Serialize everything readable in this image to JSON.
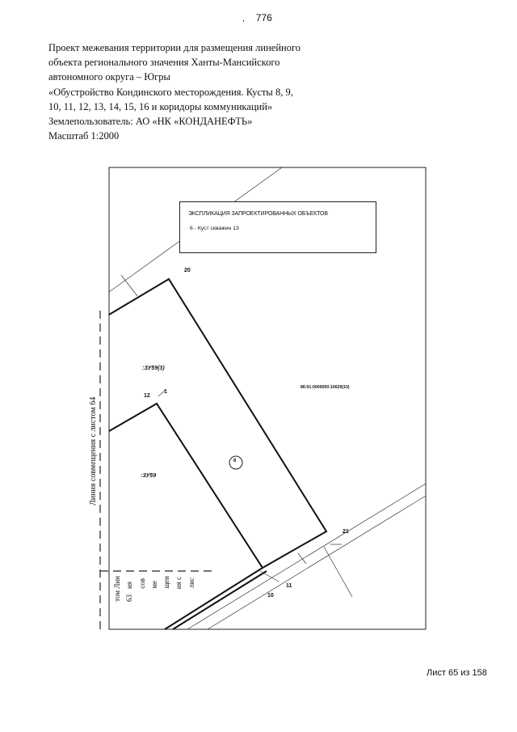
{
  "page_number": "776",
  "header": {
    "lines": [
      "Проект  межевания территории для размещения линейного",
      "объекта регионального значения Ханты-Мансийского",
      "автономного округа – Югры",
      "«Обустройство Кондинского месторождения. Кусты 8, 9,",
      "10, 11, 12, 13, 14, 15, 16 и коридоры коммуникаций»",
      "Землепользователь: АО «НК «КОНДАНЕФТЬ»",
      "Масштаб 1:2000"
    ]
  },
  "explication": {
    "title": "ЭКСПЛИКАЦИЯ ЗАПРОЕКТИРОВАННЫХ ОБЪЕКТОВ",
    "item": "6 - Куст скважин 13"
  },
  "map": {
    "points": {
      "p20": "20",
      "p1": "1",
      "p12": "12",
      "p21": "21",
      "p11": "11",
      "p10": "10"
    },
    "parcels": {
      "zu59_3": ":ЗУ59(3)",
      "zu59": ":ЗУ59"
    },
    "cadastral": "86:01:0000000:10629(10)",
    "object_marker": "6"
  },
  "side_label": "Линия совмещения с листом 64",
  "bottom_label": [
    "Лин",
    "ия",
    "сов",
    "ме",
    "щен",
    "ия с",
    "лис",
    "том",
    "63"
  ],
  "sheet": "Лист 65 из 158"
}
